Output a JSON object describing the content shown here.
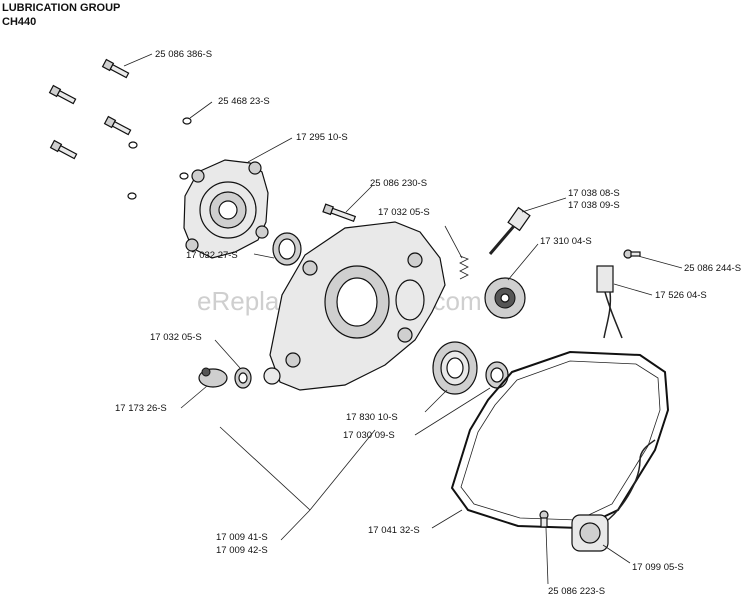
{
  "header": {
    "title": "LUBRICATION GROUP",
    "model": "CH440"
  },
  "watermark": "eReplacementParts.com",
  "parts": [
    {
      "id": "p1",
      "label": "25 086 386-S"
    },
    {
      "id": "p2",
      "label": "25 468 23-S"
    },
    {
      "id": "p3",
      "label": "17 295 10-S"
    },
    {
      "id": "p4",
      "label": "25 086 230-S"
    },
    {
      "id": "p5",
      "label": "17 032 05-S"
    },
    {
      "id": "p6",
      "label": "17 038 08-S"
    },
    {
      "id": "p7",
      "label": "17 038 09-S"
    },
    {
      "id": "p8",
      "label": "17 310 04-S"
    },
    {
      "id": "p9",
      "label": "25 086 244-S"
    },
    {
      "id": "p10",
      "label": "17 526 04-S"
    },
    {
      "id": "p11",
      "label": "17 032 27-S"
    },
    {
      "id": "p12",
      "label": "17 032 05-S"
    },
    {
      "id": "p13",
      "label": "17 173 26-S"
    },
    {
      "id": "p14",
      "label": "17 830 10-S"
    },
    {
      "id": "p15",
      "label": "17 030 09-S"
    },
    {
      "id": "p16",
      "label": "17 009 41-S"
    },
    {
      "id": "p17",
      "label": "17 009 42-S"
    },
    {
      "id": "p18",
      "label": "17 041 32-S"
    },
    {
      "id": "p19",
      "label": "17 099 05-S"
    },
    {
      "id": "p20",
      "label": "25 086 223-S"
    }
  ]
}
